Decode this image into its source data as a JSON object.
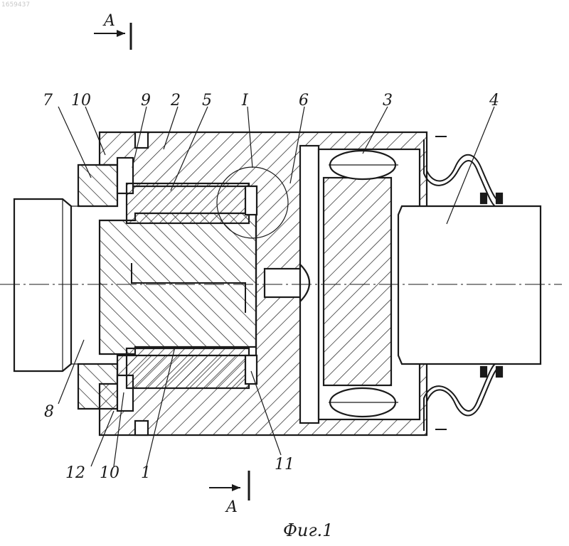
{
  "document_number": "1659437",
  "section_marks": {
    "top": "A",
    "bottom": "A"
  },
  "part_labels": {
    "l7": "7",
    "l10_top": "10",
    "l9": "9",
    "l2": "2",
    "l5": "5",
    "lI": "I",
    "l6": "6",
    "l3": "3",
    "l4": "4",
    "l8": "8",
    "l12": "12",
    "l10_bottom": "10",
    "l1": "1",
    "l11": "11"
  },
  "caption": "Фиг.1"
}
